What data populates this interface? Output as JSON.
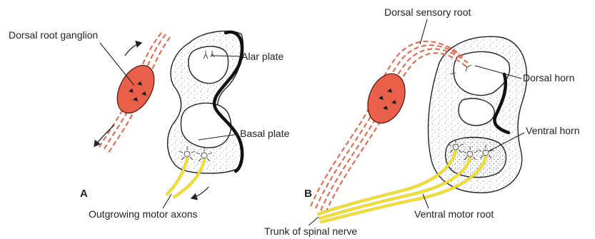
{
  "labels": {
    "dorsal_root_ganglion": "Dorsal root ganglion",
    "alar_plate": "Alar plate",
    "basal_plate": "Basal plate",
    "outgrowing_motor_axons": "Outgrowing motor axons",
    "dorsal_sensory_root": "Dorsal sensory root",
    "dorsal_horn": "Dorsal horn",
    "ventral_horn": "Ventral horn",
    "ventral_motor_root": "Ventral motor root",
    "trunk_of_spinal_nerve": "Trunk of spinal nerve"
  },
  "panels": {
    "a": "A",
    "b": "B"
  },
  "colors": {
    "ganglion": "#e8604a",
    "ganglion_outline": "#5a1e14",
    "sensory_fibers": "#e0705a",
    "motor_axons": "#f1df2a",
    "tissue": "#f6f6f4",
    "outline": "#222222"
  }
}
